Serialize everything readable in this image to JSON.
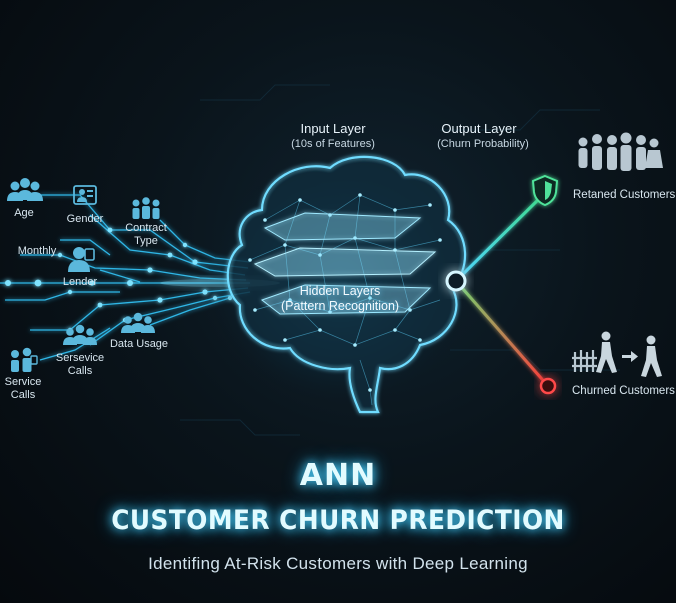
{
  "title": "ANN",
  "subtitle": "CUSTOMER CHURN PREDICTION",
  "tagline": "Identifing At-Risk Customers with Deep Learning",
  "input_layer": {
    "title": "Input Layer",
    "subtitle": "(10s of Features)"
  },
  "output_layer": {
    "title": "Output Layer",
    "subtitle": "(Churn Probability)"
  },
  "hidden_layers": {
    "title": "Hidden Layers",
    "subtitle": "(Pattern Recognition)"
  },
  "features": {
    "age": "Age",
    "gender": "Gender",
    "contract_1": "Contract",
    "contract_2": "Type",
    "monthly": "Monthly",
    "lender": "Lender",
    "data_usage": "Data Usage",
    "serservice_1": "Sersevice",
    "serservice_2": "Calls",
    "service_1": "Service",
    "service_2": "Calls"
  },
  "outcomes": {
    "retained": "Retaned Customers",
    "churned": "Churned Customers"
  },
  "colors": {
    "accent": "#4fd4ff",
    "retained": "#3fd98a",
    "churned": "#ff3b3b",
    "background": "#0a141b"
  },
  "icons": [
    "people-group-icon",
    "person-badge-icon",
    "shield-icon",
    "walking-person-icon",
    "arrow-right-icon",
    "gate-icon"
  ]
}
